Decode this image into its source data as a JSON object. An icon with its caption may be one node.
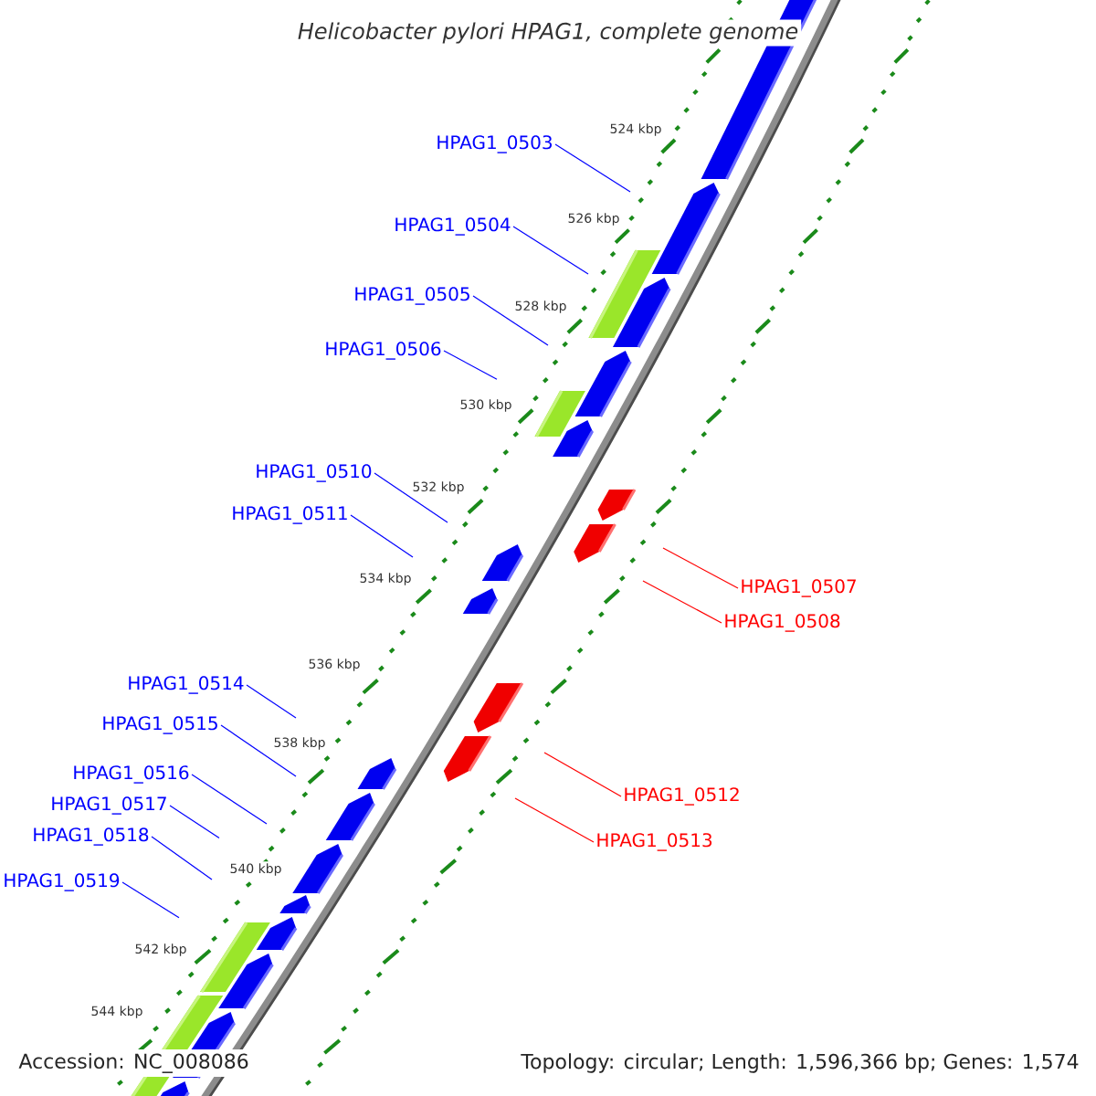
{
  "diagram": {
    "title": "Helicobacter pylori HPAG1, complete genome",
    "nodes": [
      {
        "text": [
          "HPAG1_0503"
        ]
      },
      {
        "text": [
          "HPAG1_0504"
        ]
      },
      {
        "text": [
          "HPAG1_0505"
        ]
      },
      {
        "text": [
          "HPAG1_0506"
        ]
      },
      {
        "text": [
          "HPAG1_0510"
        ]
      },
      {
        "text": [
          "HPAG1_0511"
        ]
      },
      {
        "text": [
          "HPAG1_0507"
        ]
      },
      {
        "text": [
          "HPAG1_0508"
        ]
      },
      {
        "text": [
          "HPAG1_0514"
        ]
      },
      {
        "text": [
          "HPAG1_0515"
        ]
      },
      {
        "text": [
          "HPAG1_0516"
        ]
      },
      {
        "text": [
          "HPAG1_0512"
        ]
      },
      {
        "text": [
          "HPAG1_0517"
        ]
      },
      {
        "text": [
          "HPAG1_0518"
        ]
      },
      {
        "text": [
          "HPAG1_0513"
        ]
      },
      {
        "text": [
          "HPAG1_0519"
        ]
      }
    ],
    "edges": [
      {
        "from": 0,
        "to": null,
        "arrow": "none"
      },
      {
        "from": 1,
        "to": null,
        "arrow": "none"
      },
      {
        "from": 2,
        "to": null,
        "arrow": "none"
      },
      {
        "from": 3,
        "to": null,
        "arrow": "none"
      },
      {
        "from": 4,
        "to": null,
        "arrow": "none"
      },
      {
        "from": 5,
        "to": null,
        "arrow": "none"
      },
      {
        "from": 6,
        "to": null,
        "arrow": "none",
        "color": "#ff0000"
      },
      {
        "from": 7,
        "to": null,
        "arrow": "none",
        "color": "#ff0000"
      },
      {
        "from": 8,
        "to": null,
        "arrow": "none"
      },
      {
        "from": 9,
        "to": null,
        "arrow": "none"
      },
      {
        "from": 10,
        "to": null,
        "arrow": "none"
      },
      {
        "from": 11,
        "to": null,
        "arrow": "none",
        "color": "#ff0000"
      },
      {
        "from": 12,
        "to": null,
        "arrow": "none"
      },
      {
        "from": 13,
        "to": null,
        "arrow": "none"
      },
      {
        "from": 14,
        "to": null,
        "arrow": "none",
        "color": "#ff0000"
      },
      {
        "from": 15,
        "to": null,
        "arrow": "none"
      }
    ],
    "labels": [
      "524 kbp",
      "526 kbp",
      "528 kbp",
      "530 kbp",
      "532 kbp",
      "534 kbp",
      "536 kbp",
      "538 kbp",
      "540 kbp",
      "542 kbp",
      "544 kbp",
      "Accession: NC_008086",
      "Topology: circular; Length: 1,596,366 bp; Genes: 1,574"
    ]
  }
}
